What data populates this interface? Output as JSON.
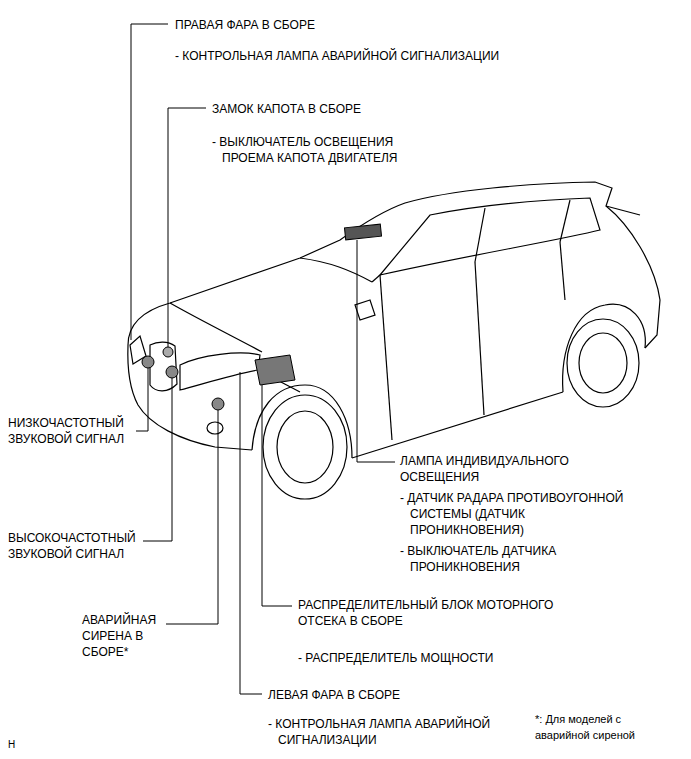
{
  "diagram": {
    "labels": [
      "ПРАВАЯ ФАРА В СБОРЕ",
      "- КОНТРОЛЬНАЯ ЛАМПА АВАРИЙНОЙ СИГНАЛИЗАЦИИ",
      "ЗАМОК КАПОТА В СБОРЕ",
      "- ВЫКЛЮЧАТЕЛЬ ОСВЕЩЕНИЯ ПРОЕМА КАПОТА ДВИГАТЕЛЯ",
      "НИЗКОЧАСТОТНЫЙ ЗВУКОВОЙ СИГНАЛ",
      "ЛАМПА ИНДИВИДУАЛЬНОГО ОСВЕЩЕНИЯ",
      "- ДАТЧИК РАДАРА ПРОТИВОУГОННОЙ СИСТЕМЫ (ДАТЧИК ПРОНИКНОВЕНИЯ)",
      "- ВЫКЛЮЧАТЕЛЬ ДАТЧИКА ПРОНИКНОВЕНИЯ",
      "ВЫСОКОЧАСТОТНЫЙ ЗВУКОВОЙ СИГНАЛ",
      "РАСПРЕДЕЛИТЕЛЬНЫЙ БЛОК МОТОРНОГО ОТСЕКА В СБОРЕ",
      "- РАСПРЕДЕЛИТЕЛЬ МОЩНОСТИ",
      "АВАРИЙНАЯ СИРЕНА В СБОРЕ*",
      "ЛЕВАЯ ФАРА В СБОРЕ",
      "- КОНТРОЛЬНАЯ ЛАМПА АВАРИЙНОЙ СИГНАЛИЗАЦИИ",
      "*: Для моделей с аварийной сиреной",
      "H"
    ]
  }
}
